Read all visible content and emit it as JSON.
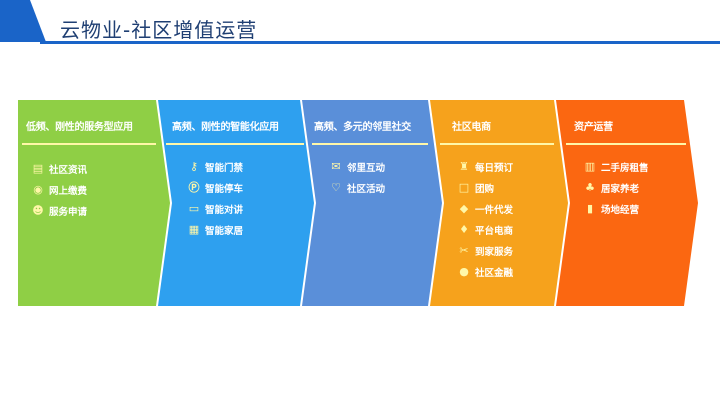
{
  "title": "云物业-社区增值运营",
  "colors": {
    "title_blue": "#1a64c8",
    "green": "#8fcf45",
    "sky": "#2ea0ef",
    "steel": "#5a8fd9",
    "orange": "#f6a21c",
    "deep_orange": "#fb6711",
    "accent_yellow": "#fff7a8"
  },
  "segments": [
    {
      "label": "低频、刚性的服务型应用",
      "items": [
        {
          "icon": "document-icon",
          "text": "社区资讯"
        },
        {
          "icon": "coin-icon",
          "text": "网上缴费"
        },
        {
          "icon": "service-icon",
          "text": "服务申请"
        }
      ]
    },
    {
      "label": "高频、刚性的智能化应用",
      "items": [
        {
          "icon": "key-icon",
          "text": "智能门禁"
        },
        {
          "icon": "parking-icon",
          "text": "智能停车"
        },
        {
          "icon": "screen-icon",
          "text": "智能对讲"
        },
        {
          "icon": "home-icon",
          "text": "智能家居"
        }
      ]
    },
    {
      "label": "高频、多元的邻里社交",
      "items": [
        {
          "icon": "chat-icon",
          "text": "邻里互动"
        },
        {
          "icon": "heart-icon",
          "text": "社区活动"
        }
      ]
    },
    {
      "label": "社区电商",
      "items": [
        {
          "icon": "gift-icon",
          "text": "每日预订"
        },
        {
          "icon": "group-icon",
          "text": "团购"
        },
        {
          "icon": "box-icon",
          "text": "一件代发"
        },
        {
          "icon": "cart-icon",
          "text": "平台电商"
        },
        {
          "icon": "tools-icon",
          "text": "到家服务"
        },
        {
          "icon": "piggy-icon",
          "text": "社区金融"
        }
      ]
    },
    {
      "label": "资产运营",
      "items": [
        {
          "icon": "building-icon",
          "text": "二手房租售"
        },
        {
          "icon": "elder-icon",
          "text": "居家养老"
        },
        {
          "icon": "chart-icon",
          "text": "场地经营"
        }
      ]
    }
  ]
}
